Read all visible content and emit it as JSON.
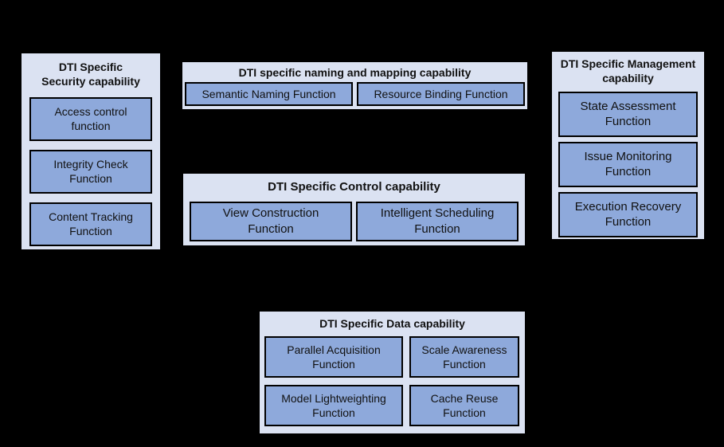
{
  "diagram": {
    "background_color": "#000000",
    "container_fill_color": "#dbe2f2",
    "function_fill_color": "#8ea9db",
    "border_color": "#000000",
    "text_color": "#111111",
    "groups": [
      {
        "id": "security",
        "title": "DTI Specific\nSecurity capability",
        "items": [
          "Access control\nfunction",
          "Integrity Check\nFunction",
          "Content Tracking\nFunction"
        ]
      },
      {
        "id": "naming",
        "title": "DTI specific naming and mapping capability",
        "items": [
          "Semantic Naming Function",
          "Resource Binding Function"
        ]
      },
      {
        "id": "control",
        "title": "DTI Specific Control capability",
        "items": [
          "View Construction\nFunction",
          "Intelligent Scheduling\nFunction"
        ]
      },
      {
        "id": "management",
        "title": "DTI Specific Management\ncapability",
        "items": [
          "State Assessment\nFunction",
          "Issue Monitoring\nFunction",
          "Execution Recovery\nFunction"
        ]
      },
      {
        "id": "data",
        "title": "DTI Specific Data capability",
        "items": [
          "Parallel Acquisition\nFunction",
          "Scale Awareness\nFunction",
          "Model Lightweighting\nFunction",
          "Cache Reuse\nFunction"
        ]
      }
    ]
  }
}
